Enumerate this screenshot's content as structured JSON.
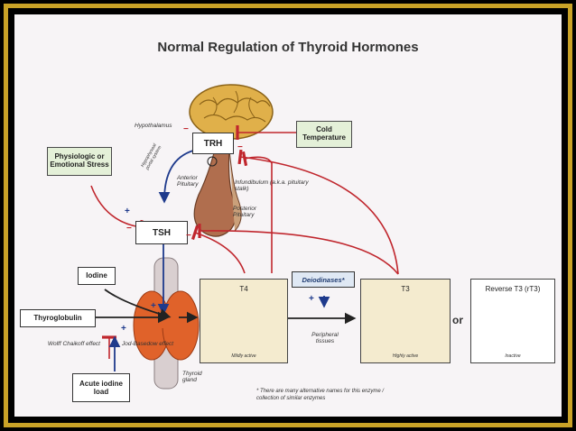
{
  "title": "Normal Regulation of Thyroid Hormones",
  "boxes": {
    "trh": "TRH",
    "tsh": "TSH",
    "cold": "Cold Temperature",
    "stress": "Physiologic or Emotional Stress",
    "iodine": "Iodine",
    "thyroglobulin": "Thyroglobulin",
    "acute": "Acute iodine load",
    "deiodinases": "Deiodinases*"
  },
  "chem": {
    "t4": {
      "title": "T4",
      "sub": "Mildly active"
    },
    "t3": {
      "title": "T3",
      "sub": "Highly active"
    },
    "rt3": {
      "title": "Reverse T3 (rT3)",
      "sub": "Inactive"
    }
  },
  "labels": {
    "hypothalamus": "Hypothalamus",
    "portal": "Hypophyseal portal system",
    "anterior": "Anterior Pituitary",
    "infundibulum": "Infundibulum (a.k.a. pituitary stalk)",
    "posterior": "Posterior Pituitary",
    "peripheral": "Peripheral tissues",
    "thyroid_gland": "Thyroid gland",
    "wolff": "Wolff Chaikoff effect",
    "jod": "Jod-Basedow effect",
    "or": "or",
    "note": "* There are many alternative names for this enzyme / collection of similar enzymes"
  },
  "signs": {
    "plus": "+",
    "minus": "−"
  },
  "colors": {
    "inhibit": "#c0262d",
    "stimulate": "#1e3a8c",
    "box_green": "#e4f0d8",
    "box_chem": "#f4ebcf",
    "frame": "#c9a227"
  }
}
